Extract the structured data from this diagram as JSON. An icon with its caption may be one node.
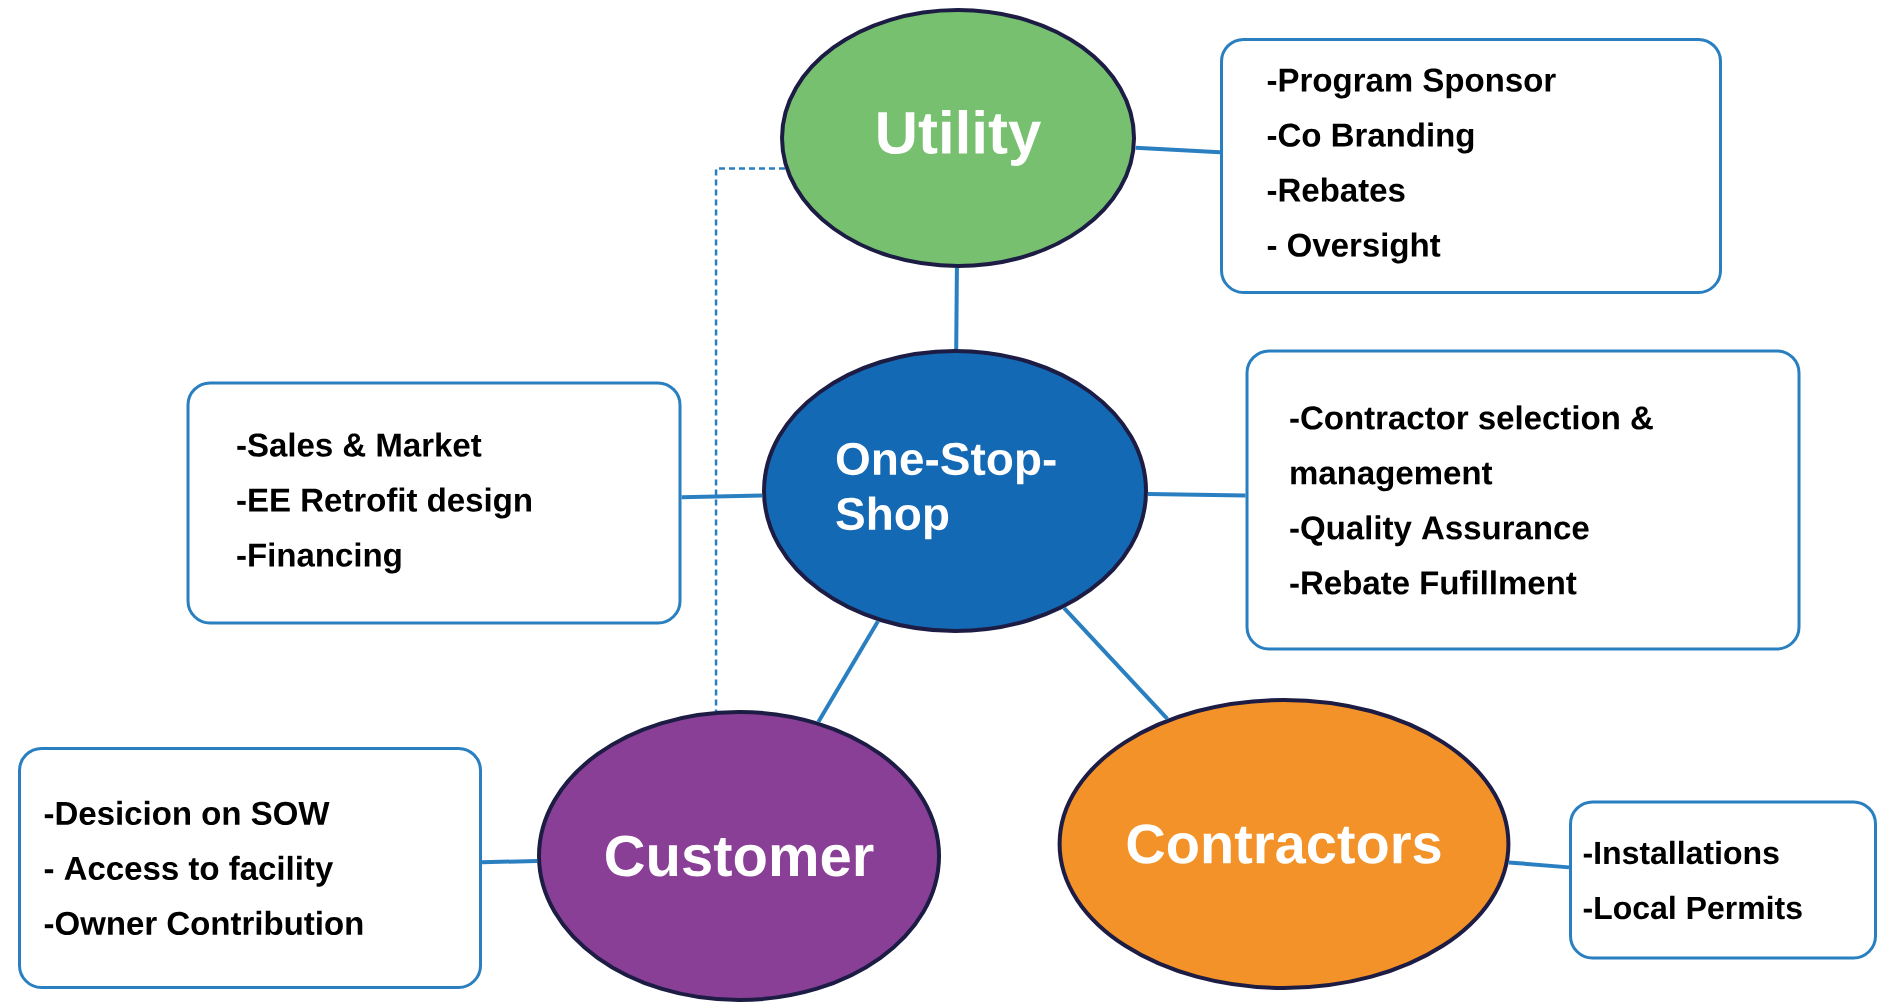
{
  "diagram": {
    "nodes": [
      {
        "text": [
          "Utility"
        ]
      },
      {
        "text": [
          "-Program Sponsor",
          "-Co Branding",
          "-Rebates",
          "- Oversight"
        ]
      },
      {
        "text": [
          "-Sales & Market",
          "-EE Retrofit design",
          "-Financing"
        ]
      },
      {
        "text": [
          "One-Stop-Shop"
        ]
      },
      {
        "text": [
          "-Contractor selection & management",
          "-Quality Assurance",
          "-Rebate Fufillment"
        ]
      },
      {
        "text": [
          "-Desicion on SOW",
          "- Access to facility",
          "-Owner Contribution"
        ]
      },
      {
        "text": [
          "Customer"
        ]
      },
      {
        "text": [
          "Contractors"
        ]
      },
      {
        "text": [
          "-Installations",
          "-Local Permits"
        ]
      }
    ],
    "edges": [
      {
        "from": 0,
        "to": 1,
        "arrow": "none"
      },
      {
        "from": 0,
        "to": 3,
        "arrow": "none"
      },
      {
        "from": 2,
        "to": 3,
        "arrow": "none"
      },
      {
        "from": 3,
        "to": 4,
        "arrow": "none"
      },
      {
        "from": 3,
        "to": 6,
        "arrow": "none"
      },
      {
        "from": 3,
        "to": 7,
        "arrow": "none"
      },
      {
        "from": 5,
        "to": 6,
        "arrow": "none"
      },
      {
        "from": 7,
        "to": 8,
        "arrow": "none"
      },
      {
        "from": 0,
        "to": 6,
        "arrow": "none",
        "style": "dashed"
      }
    ]
  }
}
